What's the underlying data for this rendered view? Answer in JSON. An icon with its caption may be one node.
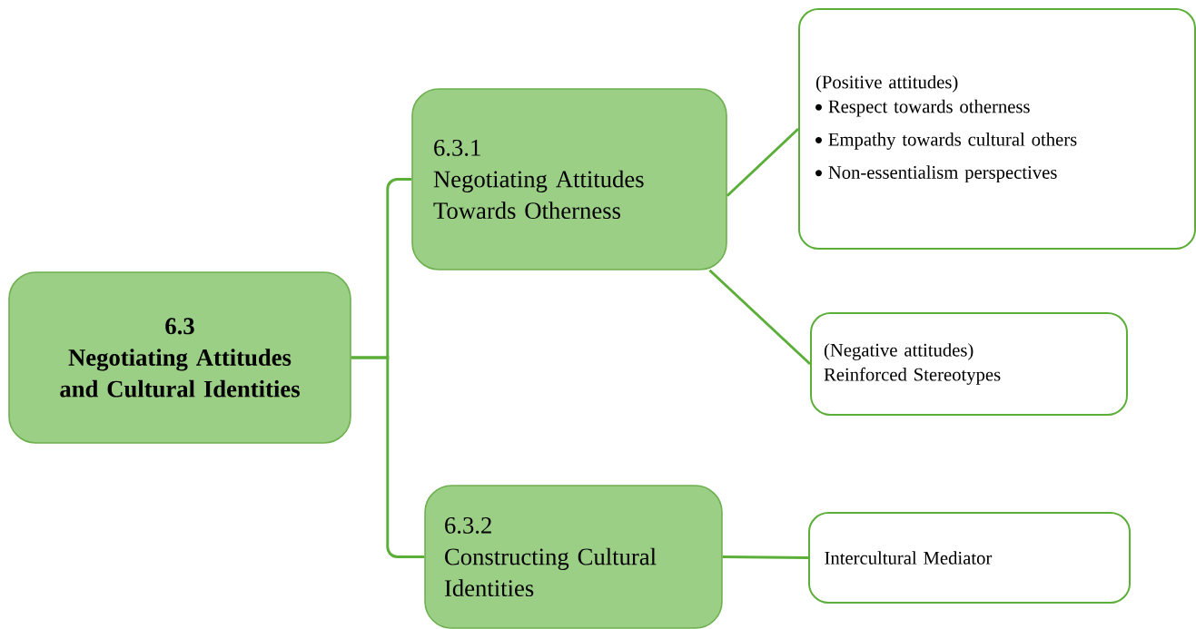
{
  "diagram": {
    "nodes": [
      {
        "text": [
          "6.3",
          "Negotiating Attitudes and Cultural Identities"
        ]
      },
      {
        "text": [
          "6.3.1",
          "Negotiating Attitudes Towards Otherness"
        ]
      },
      {
        "text": [
          "6.3.2",
          "Constructing Cultural Identities"
        ]
      },
      {
        "text": [
          "(Positive attitudes)",
          "Respect towards otherness",
          "Empathy towards cultural others",
          "Non-essentialism perspectives"
        ]
      },
      {
        "text": [
          "(Negative attitudes)",
          "Reinforced Stereotypes"
        ]
      },
      {
        "text": [
          "Intercultural Mediator"
        ]
      }
    ],
    "edges": [
      {
        "from": 0,
        "to": 1,
        "arrow": "none"
      },
      {
        "from": 0,
        "to": 2,
        "arrow": "none"
      },
      {
        "from": 1,
        "to": 3,
        "arrow": "none"
      },
      {
        "from": 1,
        "to": 4,
        "arrow": "none"
      },
      {
        "from": 2,
        "to": 5,
        "arrow": "none"
      }
    ]
  }
}
